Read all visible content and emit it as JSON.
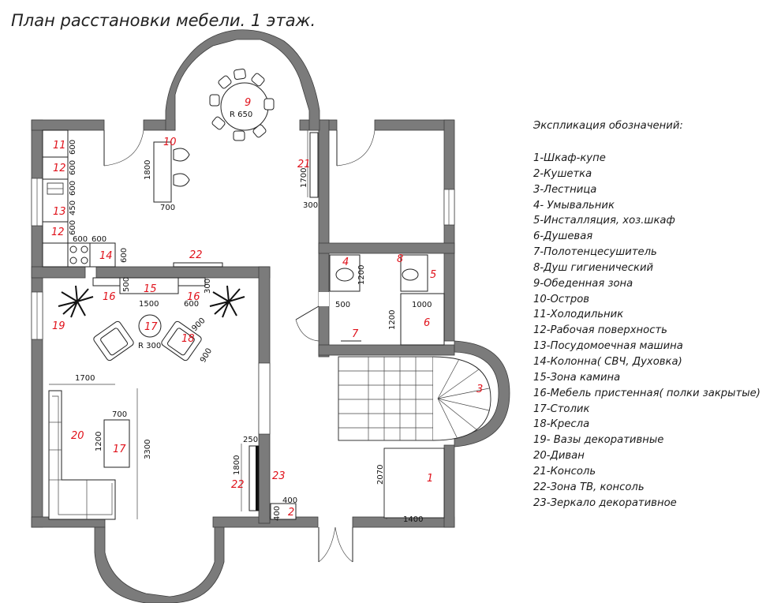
{
  "title": "План расстановки мебели. 1 этаж.",
  "legend": {
    "title": "Экспликация обозначений:",
    "items": [
      "1-Шкаф-купе",
      "2-Кушетка",
      "3-Лестница",
      "4-  Умывальник",
      "5-Инсталляция, хоз.шкаф",
      "6-Душевая",
      "7-Полотенцесушитель",
      "8-Душ гигиенический",
      "9-Обеденная зона",
      "10-Остров",
      "11-Холодильник",
      "12-Рабочая поверхность",
      "13-Посудомоечная машина",
      "14-Колонна( СВЧ, Духовка)",
      "15-Зона камина",
      "16-Мебель пристенная( полки закрытые)",
      "17-Столик",
      "18-Кресла",
      "19- Вазы декоративные",
      "20-Диван",
      "21-Консоль",
      "22-Зона ТВ, консоль",
      "23-Зеркало декоративное"
    ]
  },
  "plan": {
    "room_numbers": [
      "1",
      "2",
      "3",
      "4",
      "5",
      "6",
      "7",
      "8",
      "9",
      "10",
      "11",
      "12",
      "12",
      "13",
      "14",
      "15",
      "16",
      "16",
      "17",
      "17",
      "18",
      "19",
      "20",
      "21",
      "22",
      "22",
      "23"
    ],
    "dimensions": [
      "600",
      "600",
      "600",
      "450",
      "600",
      "600",
      "600",
      "600",
      "1800",
      "700",
      "R 650",
      "1700",
      "300",
      "1200",
      "500",
      "1000",
      "1200",
      "500",
      "1500",
      "600",
      "300",
      "R 300",
      "900",
      "900",
      "1700",
      "700",
      "1200",
      "3300",
      "250",
      "1800",
      "400",
      "400",
      "2070",
      "1400"
    ]
  },
  "colors": {
    "wall": "#7b7b7b",
    "wall_outline": "#3c3c3c",
    "label_red": "#e0121b",
    "ink": "#111111"
  }
}
